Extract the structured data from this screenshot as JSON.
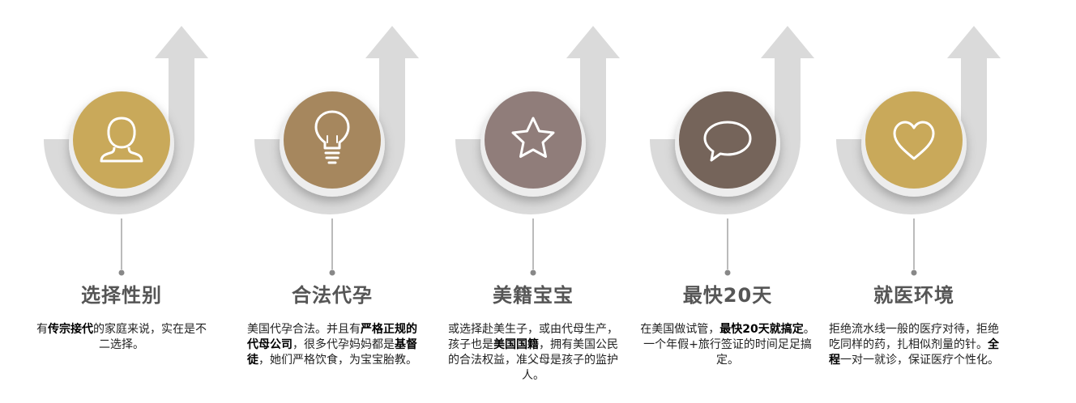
{
  "items": [
    {
      "title": "选择性别",
      "icon": "person-icon",
      "color": "#C9A95A",
      "desc": [
        {
          "text": "有"
        },
        {
          "text": "传宗接代",
          "bold": true
        },
        {
          "text": "的家庭来说，实在是不二选择。"
        }
      ]
    },
    {
      "title": "合法代孕",
      "icon": "lightbulb-icon",
      "color": "#A6875E",
      "desc": [
        {
          "text": "美国代孕合法。并且有"
        },
        {
          "text": "严格正规的代母公司",
          "bold": true
        },
        {
          "text": "，很多代孕妈妈都是"
        },
        {
          "text": "基督徒",
          "bold": true
        },
        {
          "text": "，她们严格饮食，为宝宝胎教。"
        }
      ]
    },
    {
      "title": "美籍宝宝",
      "icon": "star-icon",
      "color": "#907D7A",
      "desc": [
        {
          "text": "或选择赴美生子，或由代母生产，孩子也是"
        },
        {
          "text": "美国国籍",
          "bold": true
        },
        {
          "text": "，拥有美国公民的合法权益，准父母是孩子的监护人。"
        }
      ]
    },
    {
      "title": "最快20天",
      "icon": "speech-bubble-icon",
      "color": "#75645A",
      "desc": [
        {
          "text": "在美国做试管，"
        },
        {
          "text": "最快20天就搞定",
          "bold": true
        },
        {
          "text": "。一个年假+旅行签证的时间足足搞定。"
        }
      ]
    },
    {
      "title": "就医环境",
      "icon": "heart-icon",
      "color": "#C9A95A",
      "desc": [
        {
          "text": "拒绝流水线一般的医疗对待，拒绝吃同样的药，扎相似剂量的针。"
        },
        {
          "text": "全程",
          "bold": true
        },
        {
          "text": "一对一就诊，保证医疗个性化。"
        }
      ]
    }
  ]
}
